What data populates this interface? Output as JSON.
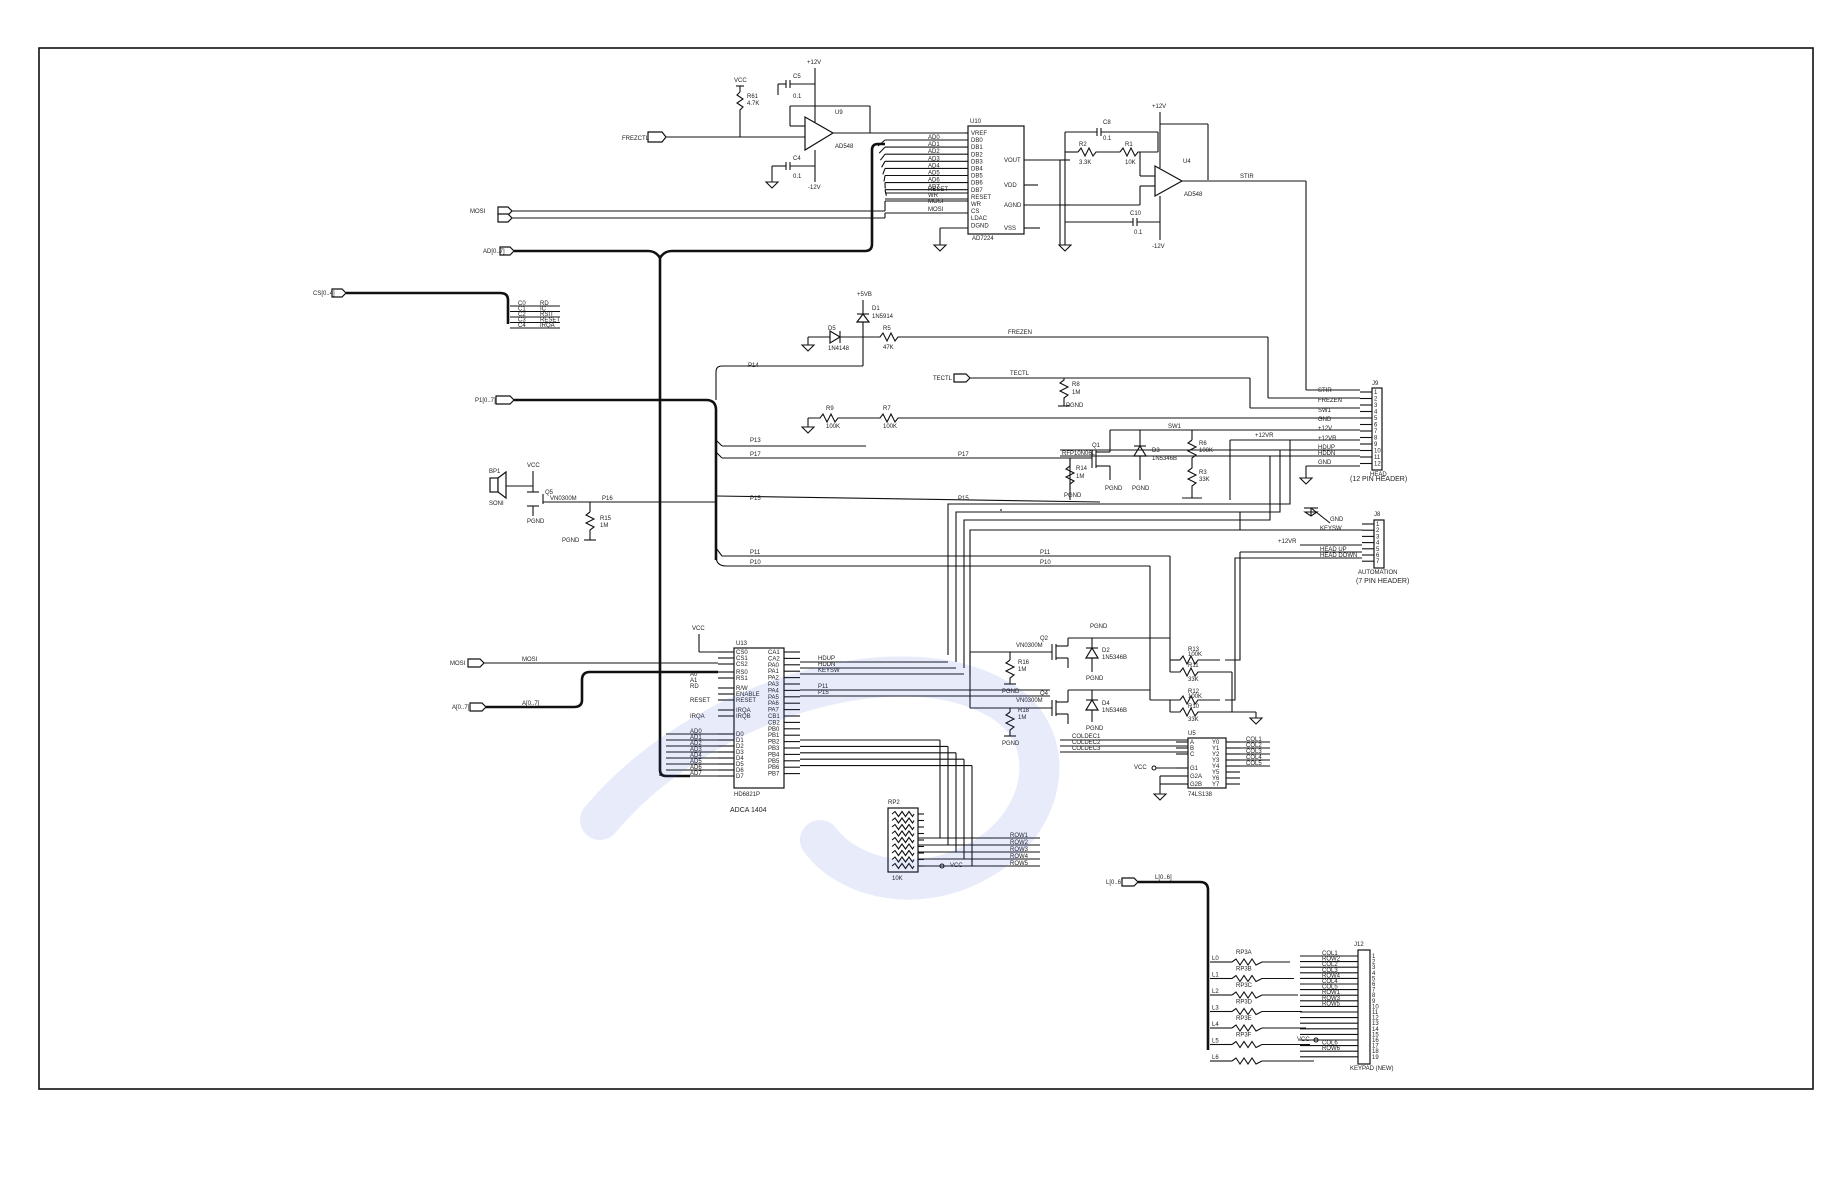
{
  "schematic": {
    "ics": {
      "u10": {
        "ref": "U10",
        "part": "AD7224",
        "pins_left": [
          "VREF",
          "DB0",
          "DB1",
          "DB2",
          "DB3",
          "DB4",
          "DB5",
          "DB6",
          "DB7",
          "RESET",
          "WR",
          "CS",
          "LDAC",
          "DGND"
        ],
        "pins_right": [
          "VOUT",
          "VDD",
          "AGND",
          "VSS"
        ],
        "nets_left": [
          "AD0",
          "AD1",
          "AD2",
          "AD3",
          "AD4",
          "AD5",
          "AD6",
          "AD7",
          "RESET",
          "WR",
          "MOSI",
          "MOSI"
        ]
      },
      "u13": {
        "ref": "U13",
        "part": "HD6821P",
        "subtitle": "ADCA 1404",
        "pins_left": [
          "CS0",
          "CS1",
          "CS2",
          "RS0",
          "RS1",
          "R/W",
          "ENABLE",
          "RESET",
          "IRQA",
          "IRQB",
          "D0",
          "D1",
          "D2",
          "D3",
          "D4",
          "D5",
          "D6",
          "D7"
        ],
        "pins_right": [
          "CA1",
          "CA2",
          "PA0",
          "PA1",
          "PA2",
          "PA3",
          "PA4",
          "PA5",
          "PA6",
          "PA7",
          "CB1",
          "CB2",
          "PB0",
          "PB1",
          "PB2",
          "PB3",
          "PB4",
          "PB5",
          "PB6",
          "PB7"
        ],
        "nets_left": [
          "VCC",
          "MOSI",
          "A0",
          "A1",
          "RD",
          "RESET",
          "IRQA",
          "AD0",
          "AD1",
          "AD2",
          "AD3",
          "AD4",
          "AD5",
          "AD6",
          "AD7"
        ],
        "nets_right": [
          "HDUP",
          "HDDN",
          "KEYSW",
          "P11",
          "P15"
        ]
      },
      "u5": {
        "ref": "U5",
        "part": "74LS138",
        "pins_left": [
          "A",
          "B",
          "C",
          "G1",
          "G2A",
          "G2B"
        ],
        "pins_right": [
          "Y0",
          "Y1",
          "Y2",
          "Y3",
          "Y4",
          "Y5",
          "Y6",
          "Y7"
        ],
        "nets_in": [
          "COLDEC1",
          "COLDEC2",
          "COLDEC3"
        ],
        "nets_out": [
          "COL1",
          "COL2",
          "COL3",
          "COL4",
          "COL5"
        ]
      },
      "j9": {
        "ref": "J9",
        "label": "HEAD",
        "caption": "(12 PIN HEADER)",
        "nets": [
          "STIR",
          "FREZEN",
          "SW1",
          "GND",
          "+12V",
          "+12VR",
          "HDUP",
          "HDDN",
          "GND"
        ]
      },
      "j8": {
        "ref": "J8",
        "label": "AUTOMATION",
        "caption": "(7 PIN HEADER)",
        "nets": [
          "GND",
          "KEYSW",
          "+12VR",
          "HEAD UP",
          "HEAD DOWN"
        ]
      },
      "j12": {
        "ref": "J12",
        "label": "KEYPAD (NEW)",
        "nets": [
          "COL1",
          "ROW2",
          "COL2",
          "COL3",
          "ROW4",
          "COL4",
          "COL5",
          "ROW1",
          "ROW3",
          "ROW5",
          "COL6",
          "ROW6"
        ]
      }
    },
    "opamps": [
      {
        "ref": "U9",
        "part": "AD548"
      },
      {
        "ref": "U4",
        "part": "AD548"
      }
    ],
    "ports": [
      {
        "id": "frezctl",
        "label": "FREZCTL"
      },
      {
        "id": "mosi",
        "label": "MOSI"
      },
      {
        "id": "ad07",
        "label": "AD[0..7]"
      },
      {
        "id": "cs",
        "label": "CS[0..4]"
      },
      {
        "id": "p1",
        "label": "P1[0..7]"
      },
      {
        "id": "tectl",
        "label": "TECTL"
      },
      {
        "id": "mosi2",
        "label": "MOSI"
      },
      {
        "id": "a",
        "label": "A[0..7]"
      },
      {
        "id": "l",
        "label": "L[0..6]"
      }
    ],
    "labels": {
      "vcc": "VCC",
      "p12v": "+12V",
      "m12v": "-12V",
      "p5vb": "+5VB",
      "pgnd": "PGND",
      "r61": "R61",
      "r61v": "4.7K",
      "c5": "C5",
      "c5v": "0.1",
      "c4": "C4",
      "c4v": "0.1",
      "r2": "R2",
      "r2v": "3.3K",
      "r1": "R1",
      "r1v": "10K",
      "c8": "C8",
      "c8v": "0.1",
      "c10": "C10",
      "c10v": "0.1",
      "d1": "D1",
      "d1v": "1N5914",
      "d5": "D5",
      "d5v": "1N4148",
      "r5": "R5",
      "r5v": "47K",
      "r9": "R9",
      "r9v": "100K",
      "r7": "R7",
      "r7v": "100K",
      "r8": "R8",
      "r8v": "1M",
      "q1": "Q1",
      "q1v": "RFP10N06L",
      "d3": "D3",
      "d3v": "1N5346B",
      "r14": "R14",
      "r14v": "1M",
      "r6": "R6",
      "r6v": "100K",
      "r3": "R3",
      "r3v": "33K",
      "bp1": "BP1",
      "bp1v": "SONI",
      "q5": "Q5",
      "q5v": "VN0300M",
      "r15": "R15",
      "r15v": "1M",
      "q2": "Q2",
      "q2v": "VN0300M",
      "q4": "Q4",
      "q4v": "VN0300M",
      "r16": "R16",
      "r16v": "1M",
      "r18": "R18",
      "r18v": "1M",
      "d2": "D2",
      "d2v": "1N5346B",
      "d4": "D4",
      "d4v": "1N5346B",
      "r13": "R13",
      "r13v": "100K",
      "r11": "R11",
      "r11v": "33K",
      "r12": "R12",
      "r12v": "100K",
      "r10": "R10",
      "r10v": "33K",
      "rp2": "RP2",
      "rp2v": "10K",
      "rp3": "RP3",
      "frezen": "FREZEN",
      "stir": "STIR",
      "p12vr": "+12VR",
      "sw": "SW1",
      "p14": "P14",
      "p13": "P13",
      "p17": "P17",
      "p16": "P16",
      "p15": "P15",
      "p11": "P11",
      "p10": "P10",
      "rows": [
        "ROW1",
        "ROW2",
        "ROW3",
        "ROW4",
        "ROW5"
      ],
      "cs_nets": [
        "C0",
        "C1",
        "C2",
        "C3",
        "C4"
      ],
      "cs_sigs": [
        "RD",
        "IC",
        "RSIT",
        "RESET",
        "IRQA"
      ],
      "col": [
        "COL1",
        "COL2",
        "COL3",
        "COL4",
        "COL5"
      ],
      "rp3_items": [
        "RP3A",
        "RP3B",
        "RP3C",
        "RP3D",
        "RP3E",
        "RP3F"
      ],
      "l_nets": [
        "L0",
        "L1",
        "L2",
        "L3",
        "L4",
        "L5",
        "L6"
      ]
    }
  }
}
